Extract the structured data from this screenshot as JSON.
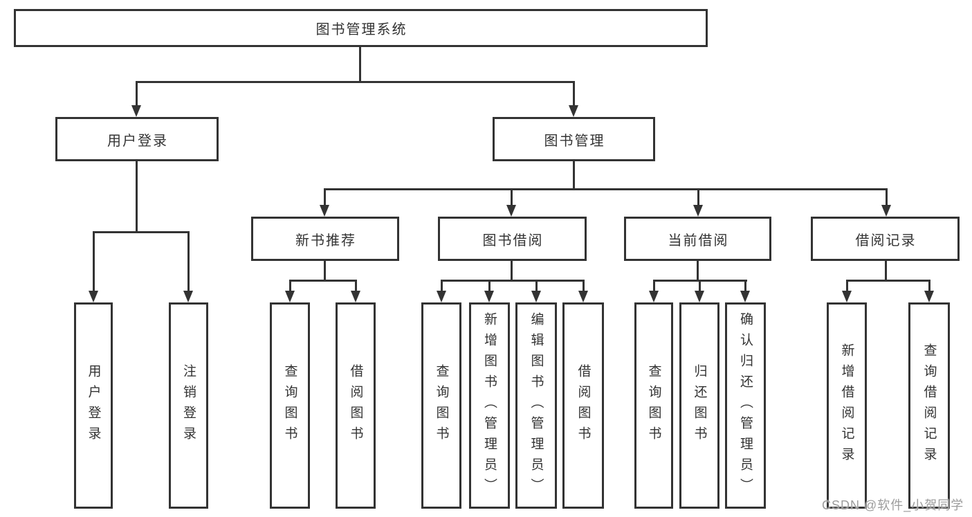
{
  "diagram": {
    "root": {
      "label": "图书管理系统"
    },
    "branches": [
      {
        "label": "用户登录",
        "children": [
          {
            "label": "用户登录"
          },
          {
            "label": "注销登录"
          }
        ]
      },
      {
        "label": "图书管理",
        "children": [
          {
            "label": "新书推荐",
            "children": [
              {
                "label": "查询图书"
              },
              {
                "label": "借阅图书"
              }
            ]
          },
          {
            "label": "图书借阅",
            "children": [
              {
                "label": "查询图书"
              },
              {
                "label": "新增图书（管理员）"
              },
              {
                "label": "编辑图书（管理员）"
              },
              {
                "label": "借阅图书"
              }
            ]
          },
          {
            "label": "当前借阅",
            "children": [
              {
                "label": "查询图书"
              },
              {
                "label": "归还图书"
              },
              {
                "label": "确认归还（管理员）"
              }
            ]
          },
          {
            "label": "借阅记录",
            "children": [
              {
                "label": "新增借阅记录"
              },
              {
                "label": "查询借阅记录"
              }
            ]
          }
        ]
      }
    ]
  },
  "watermark": {
    "text": "CSDN @软件_小贺同学"
  },
  "colors": {
    "line": "#333333",
    "text": "#333333",
    "watermark": "#9c9c9c",
    "background": "#ffffff"
  }
}
